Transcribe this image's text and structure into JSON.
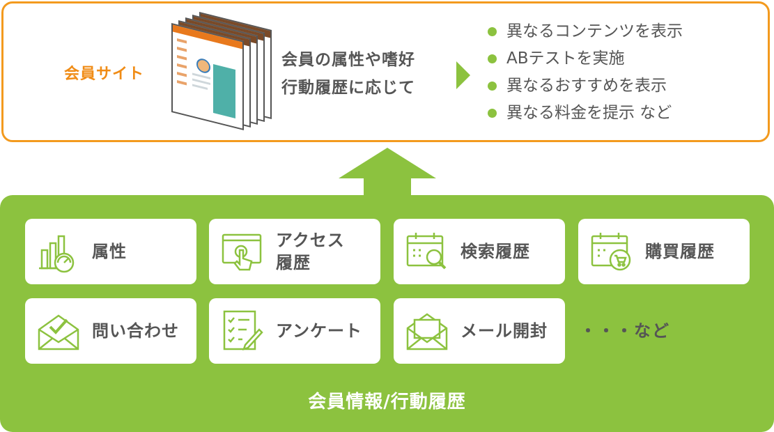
{
  "top": {
    "site_label": "会員サイト",
    "middle_lines": [
      "会員の属性や嗜好",
      "行動履歴に応じて"
    ],
    "bullets": [
      "異なるコンテンツを表示",
      "ABテストを実施",
      "異なるおすすめを表示",
      "異なる料金を提示 など"
    ]
  },
  "data_sources": {
    "items": [
      {
        "label": "属性",
        "icon": "bar-chart-gauge-icon"
      },
      {
        "label": "アクセス\n履歴",
        "icon": "browser-click-icon"
      },
      {
        "label": "検索履歴",
        "icon": "calendar-search-icon"
      },
      {
        "label": "購買履歴",
        "icon": "calendar-cart-icon"
      },
      {
        "label": "問い合わせ",
        "icon": "envelope-check-icon"
      },
      {
        "label": "アンケート",
        "icon": "checklist-pen-icon"
      },
      {
        "label": "メール開封",
        "icon": "open-envelope-icon"
      }
    ],
    "etc_label": "・・・など",
    "footer_label": "会員情報/行動履歴"
  },
  "colors": {
    "accent_orange": "#f39a1e",
    "accent_green": "#8cc23f",
    "text_gray": "#555555"
  }
}
